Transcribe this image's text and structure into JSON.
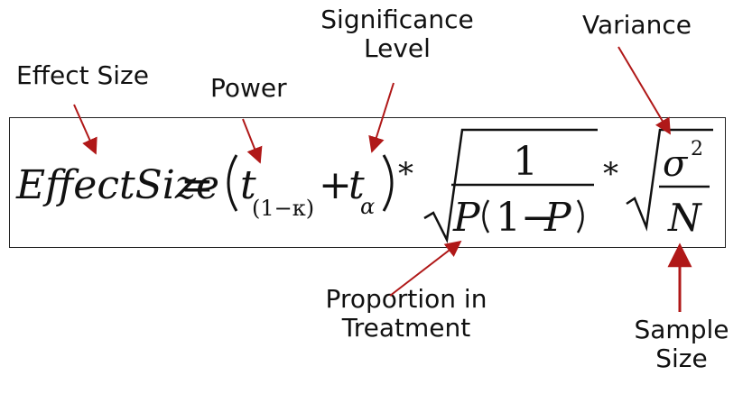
{
  "labels": {
    "effect_size": "Effect Size",
    "power": "Power",
    "significance_line1": "Significance",
    "significance_line2": "Level",
    "variance": "Variance",
    "proportion_line1": "Proportion in",
    "proportion_line2": "Treatment",
    "sample_line1": "Sample",
    "sample_line2": "Size"
  },
  "equation": {
    "lhs": "EffectSize",
    "equals": "=",
    "t": "t",
    "power_sub": "(1−κ)",
    "plus": "+",
    "alpha_sub": "α",
    "star": "*",
    "numerator_one": "1",
    "P": "P",
    "one_minus": "1−",
    "sigma": "σ",
    "sq": "2",
    "N": "N"
  },
  "colors": {
    "arrow": "#b01818",
    "text": "#111111",
    "border": "#222222"
  }
}
